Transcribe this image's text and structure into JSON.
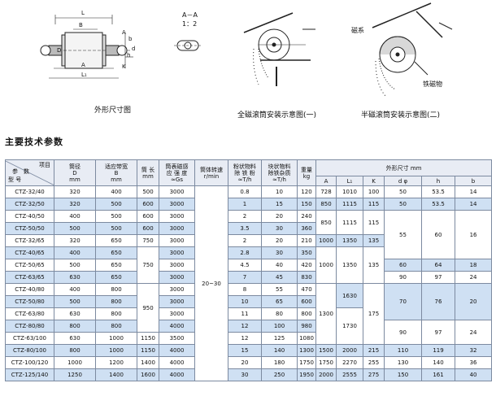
{
  "captions": {
    "outline": "外形尺寸图",
    "section": "A－A",
    "scale": "1：2",
    "full_mag": "全磁滚筒安装示意图(一)",
    "half_mag": "半磁滚筒安装示意图(二)",
    "magnet": "磁系",
    "iron": "铁磁物"
  },
  "dim_labels": {
    "L": "L",
    "B": "B",
    "A": "A",
    "L1": "L₁",
    "D": "D",
    "K": "K",
    "d": "d",
    "h": "h",
    "b": "b",
    "A_mark": "A"
  },
  "title": "主要技术参数",
  "table": {
    "corner": {
      "params": "参　数",
      "item": "项目",
      "model": "型 号"
    },
    "headers": {
      "dia": "筒径|D|mm",
      "belt": "适应带宽|B|mm",
      "length": "筒 长|mm",
      "field": "筒表磁感|应 强 度|≈Gs",
      "speed": "筒体转速|r/min",
      "powder": "粉状物料|除 铁 粉|≈T/h",
      "block": "块状物料|除铁杂质|≈T/h",
      "weight": "重量|kg",
      "outline": "外形尺寸 mm",
      "A": "A",
      "L1": "L₁",
      "K": "K",
      "dphi": "d φ",
      "h": "h",
      "b": "b"
    },
    "rows": [
      {
        "model": "CTZ-32/40",
        "D": "320",
        "B": "400",
        "L": "500",
        "Gs": "3000",
        "powder": "0.8",
        "block": "10",
        "kg": "120",
        "A": "728",
        "L1": "1010",
        "K": "100",
        "d": "50",
        "h": "53.5",
        "b": "14"
      },
      {
        "model": "CTZ-32/50",
        "D": "320",
        "B": "500",
        "L": "600",
        "Gs": "3000",
        "powder": "1",
        "block": "15",
        "kg": "150",
        "A": "850",
        "L1": "1115",
        "K": "115",
        "d": "50",
        "h": "53.5",
        "b": "14"
      },
      {
        "model": "CTZ-40/50",
        "D": "400",
        "B": "500",
        "L": "600",
        "Gs": "3000",
        "powder": "2",
        "block": "20",
        "kg": "240"
      },
      {
        "model": "CTZ-50/50",
        "D": "500",
        "B": "500",
        "L": "600",
        "Gs": "3000",
        "powder": "3.5",
        "block": "30",
        "kg": "360"
      },
      {
        "model": "CTZ-32/65",
        "D": "320",
        "B": "650",
        "L": "750",
        "Gs": "3000",
        "powder": "2",
        "block": "20",
        "kg": "210",
        "A": "1000",
        "L1": "1350",
        "K": "135"
      },
      {
        "model": "CTZ-40/65",
        "D": "400",
        "B": "650",
        "Gs": "3000",
        "powder": "2.8",
        "block": "30",
        "kg": "350"
      },
      {
        "model": "CTZ-50/65",
        "D": "500",
        "B": "650",
        "Gs": "3000",
        "powder": "4.5",
        "block": "40",
        "kg": "420",
        "d": "60",
        "h": "64",
        "b": "18"
      },
      {
        "model": "CTZ-63/65",
        "D": "630",
        "B": "650",
        "Gs": "3000",
        "powder": "7",
        "block": "45",
        "kg": "830",
        "d": "90",
        "h": "97",
        "b": "24"
      },
      {
        "model": "CTZ-40/80",
        "D": "400",
        "B": "800",
        "Gs": "3000",
        "powder": "8",
        "block": "55",
        "kg": "470"
      },
      {
        "model": "CTZ-50/80",
        "D": "500",
        "B": "800",
        "Gs": "3000",
        "powder": "10",
        "block": "65",
        "kg": "600"
      },
      {
        "model": "CTZ-63/80",
        "D": "630",
        "B": "800",
        "Gs": "3000",
        "powder": "11",
        "block": "80",
        "kg": "800"
      },
      {
        "model": "CTZ-80/80",
        "D": "800",
        "B": "800",
        "Gs": "4000",
        "powder": "12",
        "block": "100",
        "kg": "980"
      },
      {
        "model": "CTZ-63/100",
        "D": "630",
        "B": "1000",
        "L": "1150",
        "Gs": "3500",
        "powder": "12",
        "block": "125",
        "kg": "1080"
      },
      {
        "model": "CTZ-80/100",
        "D": "800",
        "B": "1000",
        "L": "1150",
        "Gs": "4000",
        "powder": "15",
        "block": "140",
        "kg": "1300",
        "A": "1500",
        "L1": "2000",
        "K": "215",
        "d": "110",
        "h": "119",
        "b": "32"
      },
      {
        "model": "CTZ-100/120",
        "D": "1000",
        "B": "1200",
        "L": "1400",
        "Gs": "4000",
        "powder": "20",
        "block": "180",
        "kg": "1750",
        "A": "1750",
        "L1": "2270",
        "K": "255",
        "d": "130",
        "h": "140",
        "b": "36"
      },
      {
        "model": "CTZ-125/140",
        "D": "1250",
        "B": "1400",
        "L": "1600",
        "Gs": "4000",
        "powder": "30",
        "block": "250",
        "kg": "1950",
        "A": "2000",
        "L1": "2555",
        "K": "275",
        "d": "150",
        "h": "161",
        "b": "40"
      }
    ],
    "merged": {
      "speed": "20~30",
      "L_750": "750",
      "L_950": "950",
      "A_850": "850",
      "L1_1115": "1115",
      "K_115": "115",
      "A_1000": "1000",
      "L1_1350": "1350",
      "K_135": "135",
      "d_55": "55",
      "h_60": "60",
      "b_16": "16",
      "A_1300": "1300",
      "L1_1630": "1630",
      "L1_1730": "1730",
      "K_175": "175",
      "d_70": "70",
      "h_76": "76",
      "b_20": "20",
      "d_90": "90",
      "h_97": "97",
      "b_24": "24"
    }
  },
  "colors": {
    "row_blue": "#cfe0f3",
    "header": "#e8ecf4",
    "border": "#7c8aa0"
  }
}
